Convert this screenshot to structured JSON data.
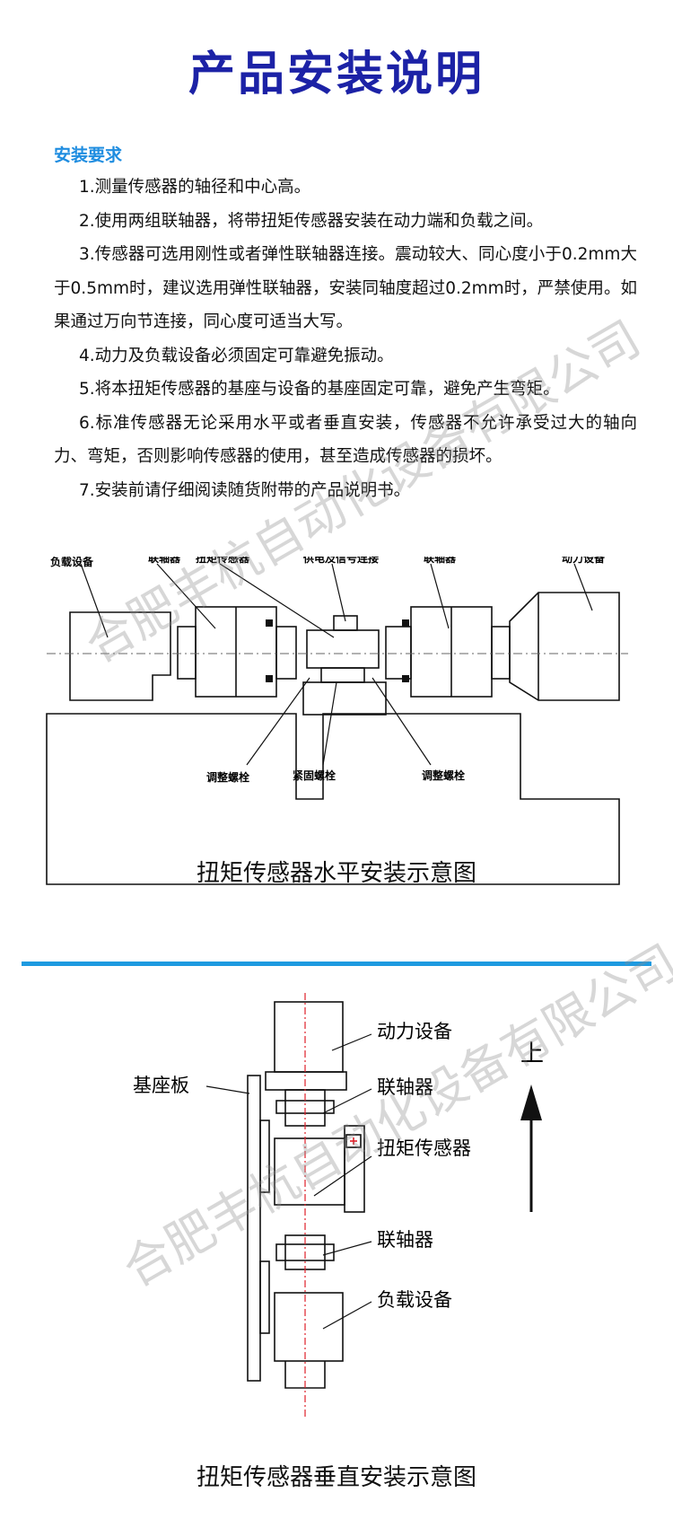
{
  "page": {
    "title": "产品安装说明",
    "section_heading": "安装要求",
    "requirements": [
      "1.测量传感器的轴径和中心高。",
      "2.使用两组联轴器，将带扭矩传感器安装在动力端和负载之间。",
      "3.传感器可选用刚性或者弹性联轴器连接。震动较大、同心度小于0.2mm大于0.5mm时，建议选用弹性联轴器，安装同轴度超过0.2mm时，严禁使用。如果通过万向节连接，同心度可适当大写。",
      "4.动力及负载设备必须固定可靠避免振动。",
      "5.将本扭矩传感器的基座与设备的基座固定可靠，避免产生弯矩。",
      "6.标准传感器无论采用水平或者垂直安装，传感器不允许承受过大的轴向力、弯矩，否则影响传感器的使用，甚至造成传感器的损坏。",
      "7.安装前请仔细阅读随货附带的产品说明书。"
    ]
  },
  "horizontal_diagram": {
    "labels": {
      "load": "负载设备",
      "coupling_left": "联轴器",
      "sensor": "扭矩传感器",
      "signal": "供电及信号连接",
      "coupling_right": "联轴器",
      "power": "动力设备",
      "adjust_left": "调整螺栓",
      "fasten": "紧固螺栓",
      "adjust_right": "调整螺栓"
    },
    "caption": "扭矩传感器水平安装示意图"
  },
  "vertical_diagram": {
    "labels": {
      "power": "动力设备",
      "base": "基座板",
      "coupling_top": "联轴器",
      "sensor": "扭矩传感器",
      "coupling_bottom": "联轴器",
      "load": "负载设备",
      "up": "上"
    },
    "caption": "扭矩传感器垂直安装示意图"
  },
  "watermark": "合肥丰杭自动化设备有限公司",
  "colors": {
    "title": "#1c22a6",
    "heading": "#1f8de0",
    "divider": "#1e9ae0",
    "centerline": "#e0202a"
  }
}
